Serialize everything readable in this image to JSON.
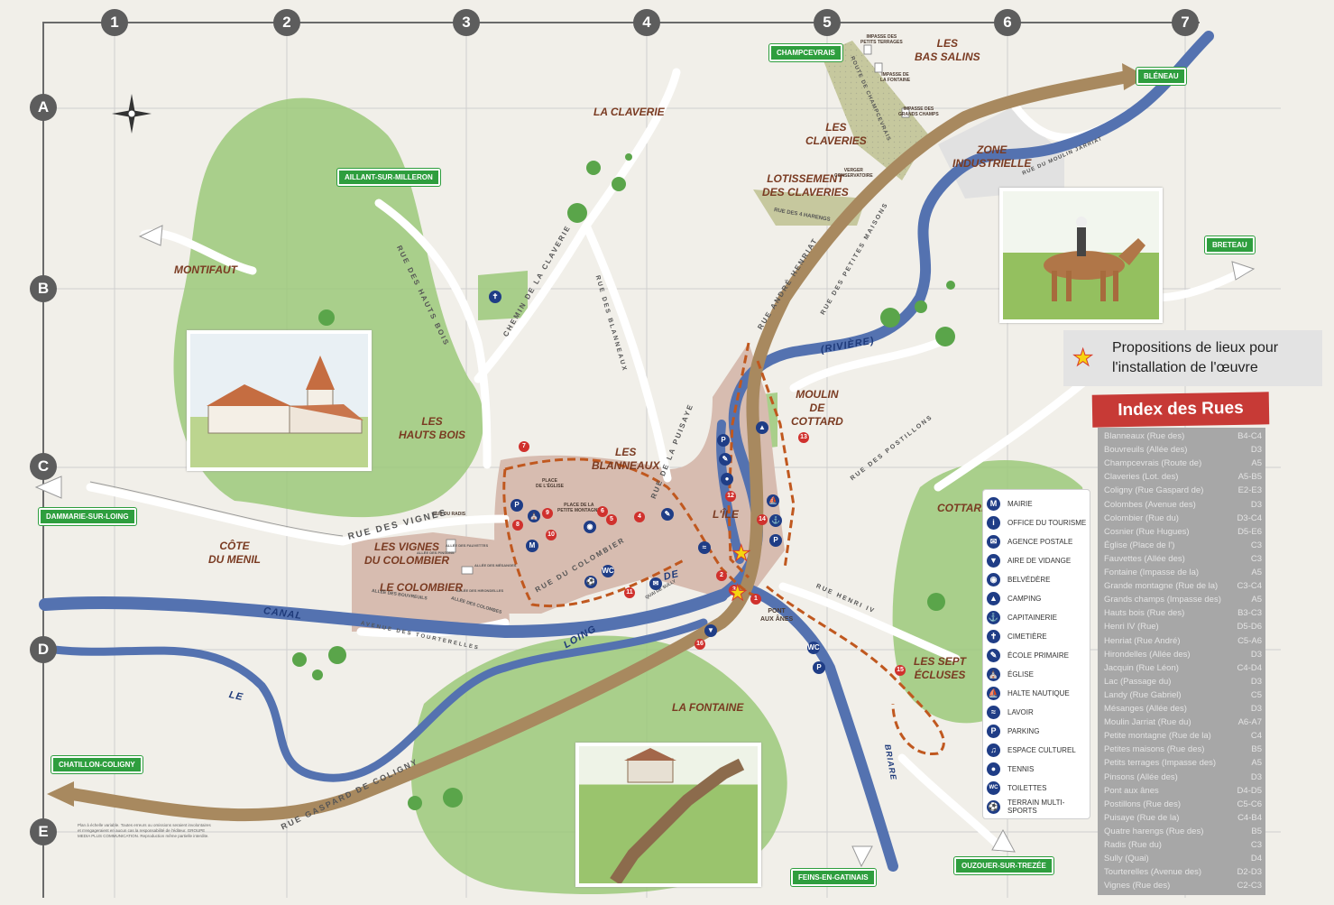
{
  "grid": {
    "columns": [
      "1",
      "2",
      "3",
      "4",
      "5",
      "6",
      "7"
    ],
    "rows": [
      "A",
      "B",
      "C",
      "D",
      "E"
    ]
  },
  "places": {
    "la_claverie": "LA CLAVERIE",
    "les_claveries": "LES\nCLAVERIES",
    "lotissement": "LOTISSEMENT\nDES CLAVERIES",
    "les_bas_salins": "LES\nBAS SALINS",
    "zone_industrielle": "ZONE\nINDUSTRIELLE",
    "montifaut": "MONTIFAUT",
    "les_hauts_bois": "LES\nHAUTS BOIS",
    "les_blanneaux": "LES\nBLANNEAUX",
    "cote_du_menil": "CÔTE\nDU MENIL",
    "les_vignes": "LES VIGNES\nDU COLOMBIER",
    "le_colombier": "LE COLOMBIER",
    "l_ile": "L'ÎLE",
    "moulin_de_cottard": "MOULIN\nDE\nCOTTARD",
    "cottard": "COTTARD",
    "les_sept_ecluses": "LES SEPT\nÉCLUSES",
    "la_fontaine": "LA FONTAINE",
    "pont_aux_anes": "PONT\nAUX ÂNES",
    "place_eglise": "PLACE\nDE L'ÉGLISE",
    "place_petite_montagne": "PLACE DE LA\nPETITE MONTAGNE",
    "rue_du_radis": "RUE DU RADIS",
    "verger": "VERGER\nCONSERVATOIRE"
  },
  "roads": {
    "rue_des_vignes": "RUE DES VIGNES",
    "rue_des_hauts_bois": "RUE DES HAUTS BOIS",
    "chemin_de_la_claverie": "CHEMIN DE LA CLAVERIE",
    "rue_des_blanneaux": "RUE DES BLANNEAUX",
    "rue_du_colombier": "RUE DU COLOMBIER",
    "rue_de_la_puisaye": "RUE DE LA PUISAYE",
    "rue_andre_henriat": "RUE ANDRÉ HENRIAT",
    "rue_des_petites_maisons": "RUE DES PETITES MAISONS",
    "rue_des_4_harengs": "RUE DES 4 HARENGS",
    "route_de_champcevrais": "ROUTE DE CHAMPCEVRAIS",
    "rue_du_moulin_jarriat": "RUE DU MOULIN JARRIAT",
    "rue_des_postillons": "RUE DES POSTILLONS",
    "rue_henri_iv": "RUE HENRI IV",
    "rue_gaspard_de_coligny": "RUE GASPARD DE COLIGNY",
    "avenue_des_tourterelles": "AVENUE DES TOURTERELLES",
    "allee_des_bouvreuils": "ALLÉE DES BOUVREUILS",
    "allee_des_colombes": "ALLÉE DES COLOMBES",
    "quai_de_sully": "QUAI DE SULLY",
    "allee_des_fauvettes": "ALLÉE DES FAUVETTES",
    "allee_des_pinsons": "ALLÉE DES PINSONS",
    "allee_des_mesanges": "ALLÉE DES MÉSANGES",
    "allee_des_hirondelles": "ALLÉE DES HIRONDELLES",
    "impasse_petits_terrages": "IMPASSE DES\nPETITS TERRAGES",
    "impasse_fontaine": "IMPASSE DE\nLA FONTAINE",
    "impasse_grands_champs": "IMPASSE DES\nGRANDS CHAMPS"
  },
  "water": {
    "canal": "CANAL",
    "de": "DE",
    "loing": "LOING",
    "le": "LE",
    "riviere": "(RIVIÈRE)",
    "briare": "BRIARE"
  },
  "destinations": {
    "champcevrais": "CHAMPCEVRAIS",
    "bleneau": "BLÉNEAU",
    "aillant": "AILLANT-SUR-MILLERON",
    "breteau": "BRETEAU",
    "dammarie": "DAMMARIE-SUR-LOING",
    "chatillon": "CHATILLON-COLIGNY",
    "feins": "FEINS-EN-GATINAIS",
    "ouzouer": "OUZOUER-SUR-TREZÉE"
  },
  "proposal": {
    "text": "Propositions de lieux pour\nl'installation de l'œuvre"
  },
  "legend": [
    {
      "icon": "mairie-icon",
      "glyph": "M",
      "label": "MAIRIE"
    },
    {
      "icon": "tourism-office-icon",
      "glyph": "i",
      "label": "OFFICE DU TOURISME"
    },
    {
      "icon": "post-office-icon",
      "glyph": "✉",
      "label": "AGENCE POSTALE"
    },
    {
      "icon": "dump-station-icon",
      "glyph": "▼",
      "label": "AIRE DE VIDANGE"
    },
    {
      "icon": "viewpoint-icon",
      "glyph": "◉",
      "label": "BELVÉDÈRE"
    },
    {
      "icon": "camping-icon",
      "glyph": "▲",
      "label": "CAMPING"
    },
    {
      "icon": "harbour-master-icon",
      "glyph": "⚓",
      "label": "CAPITAINERIE"
    },
    {
      "icon": "cemetery-icon",
      "glyph": "✝",
      "label": "CIMETIÈRE"
    },
    {
      "icon": "school-icon",
      "glyph": "✎",
      "label": "ÉCOLE PRIMAIRE"
    },
    {
      "icon": "church-icon",
      "glyph": "⛪",
      "label": "ÉGLISE"
    },
    {
      "icon": "boat-stop-icon",
      "glyph": "⛵",
      "label": "HALTE NAUTIQUE"
    },
    {
      "icon": "wash-house-icon",
      "glyph": "≈",
      "label": "LAVOIR"
    },
    {
      "icon": "parking-icon",
      "glyph": "P",
      "label": "PARKING"
    },
    {
      "icon": "cultural-space-icon",
      "glyph": "♫",
      "label": "ESPACE CULTUREL"
    },
    {
      "icon": "tennis-icon",
      "glyph": "●",
      "label": "TENNIS"
    },
    {
      "icon": "toilets-icon",
      "glyph": "WC",
      "label": "TOILETTES"
    },
    {
      "icon": "multisport-icon",
      "glyph": "⚽",
      "label": "TERRAIN MULTI-SPORTS"
    }
  ],
  "index": {
    "title": "Index des Rues",
    "entries": [
      {
        "name": "Blanneaux (Rue des)",
        "ref": "B4-C4"
      },
      {
        "name": "Bouvreuils (Allée des)",
        "ref": "D3"
      },
      {
        "name": "Champcevrais (Route de)",
        "ref": "A5"
      },
      {
        "name": "Claveries (Lot. des)",
        "ref": "A5-B5"
      },
      {
        "name": "Coligny (Rue Gaspard de)",
        "ref": "E2-E3"
      },
      {
        "name": "Colombes (Avenue des)",
        "ref": "D3"
      },
      {
        "name": "Colombier (Rue du)",
        "ref": "D3-C4"
      },
      {
        "name": "Cosnier (Rue Hugues)",
        "ref": "D5-E6"
      },
      {
        "name": "Église (Place de l')",
        "ref": "C3"
      },
      {
        "name": "Fauvettes (Allée des)",
        "ref": "C3"
      },
      {
        "name": "Fontaine (Impasse de la)",
        "ref": "A5"
      },
      {
        "name": "Grande montagne (Rue de la)",
        "ref": "C3-C4"
      },
      {
        "name": "Grands champs (Impasse des)",
        "ref": "A5"
      },
      {
        "name": "Hauts bois (Rue des)",
        "ref": "B3-C3"
      },
      {
        "name": "Henri IV (Rue)",
        "ref": "D5-D6"
      },
      {
        "name": "Henriat (Rue André)",
        "ref": "C5-A6"
      },
      {
        "name": "Hirondelles (Allée des)",
        "ref": "D3"
      },
      {
        "name": "Jacquin (Rue Léon)",
        "ref": "C4-D4"
      },
      {
        "name": "Lac (Passage du)",
        "ref": "D3"
      },
      {
        "name": "Landy (Rue Gabriel)",
        "ref": "C5"
      },
      {
        "name": "Mésanges (Allée des)",
        "ref": "D3"
      },
      {
        "name": "Moulin Jarriat (Rue du)",
        "ref": "A6-A7"
      },
      {
        "name": "Petite montagne (Rue de la)",
        "ref": "C4"
      },
      {
        "name": "Petites maisons (Rue des)",
        "ref": "B5"
      },
      {
        "name": "Petits terrages (Impasse des)",
        "ref": "A5"
      },
      {
        "name": "Pinsons (Allée des)",
        "ref": "D3"
      },
      {
        "name": "Pont aux ânes",
        "ref": "D4-D5"
      },
      {
        "name": "Postillons (Rue des)",
        "ref": "C5-C6"
      },
      {
        "name": "Puisaye (Rue de la)",
        "ref": "C4-B4"
      },
      {
        "name": "Quatre harengs (Rue des)",
        "ref": "B5"
      },
      {
        "name": "Radis (Rue du)",
        "ref": "C3"
      },
      {
        "name": "Sully (Quai)",
        "ref": "D4"
      },
      {
        "name": "Tourterelles (Avenue des)",
        "ref": "D2-D3"
      },
      {
        "name": "Vignes (Rue des)",
        "ref": "C2-C3"
      }
    ]
  },
  "route_markers": [
    "1",
    "2",
    "3",
    "4",
    "5",
    "6",
    "7",
    "8",
    "9",
    "10",
    "11",
    "12",
    "13",
    "14",
    "15",
    "16"
  ],
  "footnote": "Plan à échelle variable. Toutes erreurs ou omissions seraient involontaires et n'engageraient en aucun cas la responsabilité de l'éditeur. GROUPE MEDIA PLUS COMMUNICATION. Reproduction même partielle interdite.",
  "colors": {
    "green_area": "#9cc97a",
    "town_area": "#d7bcb0",
    "water": "#5472b0",
    "road": "#ffffff",
    "main_road": "#a8895f",
    "route": "#c0581f",
    "destination": "#2e9e3e",
    "index_header": "#c73a36"
  }
}
